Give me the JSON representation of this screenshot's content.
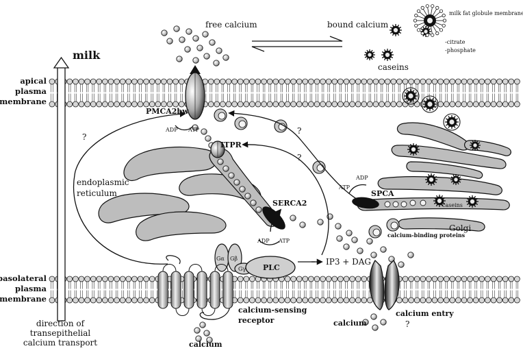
{
  "title": "milk",
  "membranes": {
    "apical": [
      "apical",
      "plasma",
      "membrane"
    ],
    "basolateral": [
      "basolateral",
      "plasma",
      "membrane"
    ]
  },
  "direction_label": [
    "direction of",
    "transepithelial",
    "calcium transport"
  ],
  "labels": {
    "free_calcium": "free calcium",
    "bound_calcium": "bound calcium",
    "milk_fat_globule_membrane": "milk fat globule membrane",
    "citrate": "-citrate",
    "phosphate": "-phosphate",
    "caseins_top": "caseins",
    "pmca": "PMCA2bw",
    "itpr": "ITPR",
    "serca": "SERCA2",
    "spca": "SPCA",
    "caseins_golgi": "caseins",
    "golgi": "Golgi",
    "calcium_binding_proteins": "calcium-binding proteins",
    "er": [
      "endoplasmic",
      "reticulum"
    ],
    "plc": "PLC",
    "ip3_dag": "IP3 + DAG",
    "g_alpha": "Gα",
    "g_beta": "Gβ",
    "g_gamma": "Gγ",
    "casr": [
      "calcium-sensing",
      "receptor"
    ],
    "calcium_bottom": "calcium",
    "calcium_right": "calcium",
    "calcium_entry": "calcium entry",
    "q1": "?",
    "q2": "?",
    "q3": "?",
    "q4": "?",
    "adp": "ADP",
    "atp": "ATP"
  }
}
